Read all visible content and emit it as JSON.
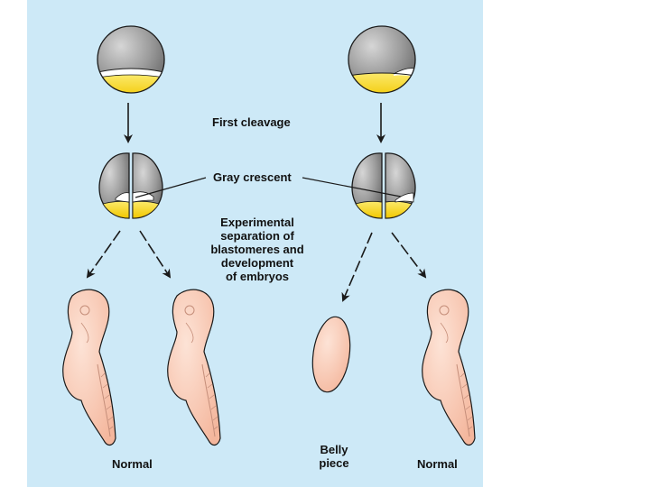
{
  "colors": {
    "background": "#cde9f7",
    "egg_gray": "#9b9b9b",
    "yolk": "#f7dc27",
    "embryo": "#f8c9b2",
    "outline": "#1a1a1a"
  },
  "labels": {
    "first_cleavage": "First cleavage",
    "gray_crescent": "Gray crescent",
    "experimental_1": "Experimental",
    "experimental_2": "separation of",
    "experimental_3": "blastomeres and",
    "experimental_4": "development",
    "experimental_5": "of embryos",
    "normal_left": "Normal",
    "belly_1": "Belly",
    "belly_2": "piece",
    "normal_right": "Normal"
  }
}
